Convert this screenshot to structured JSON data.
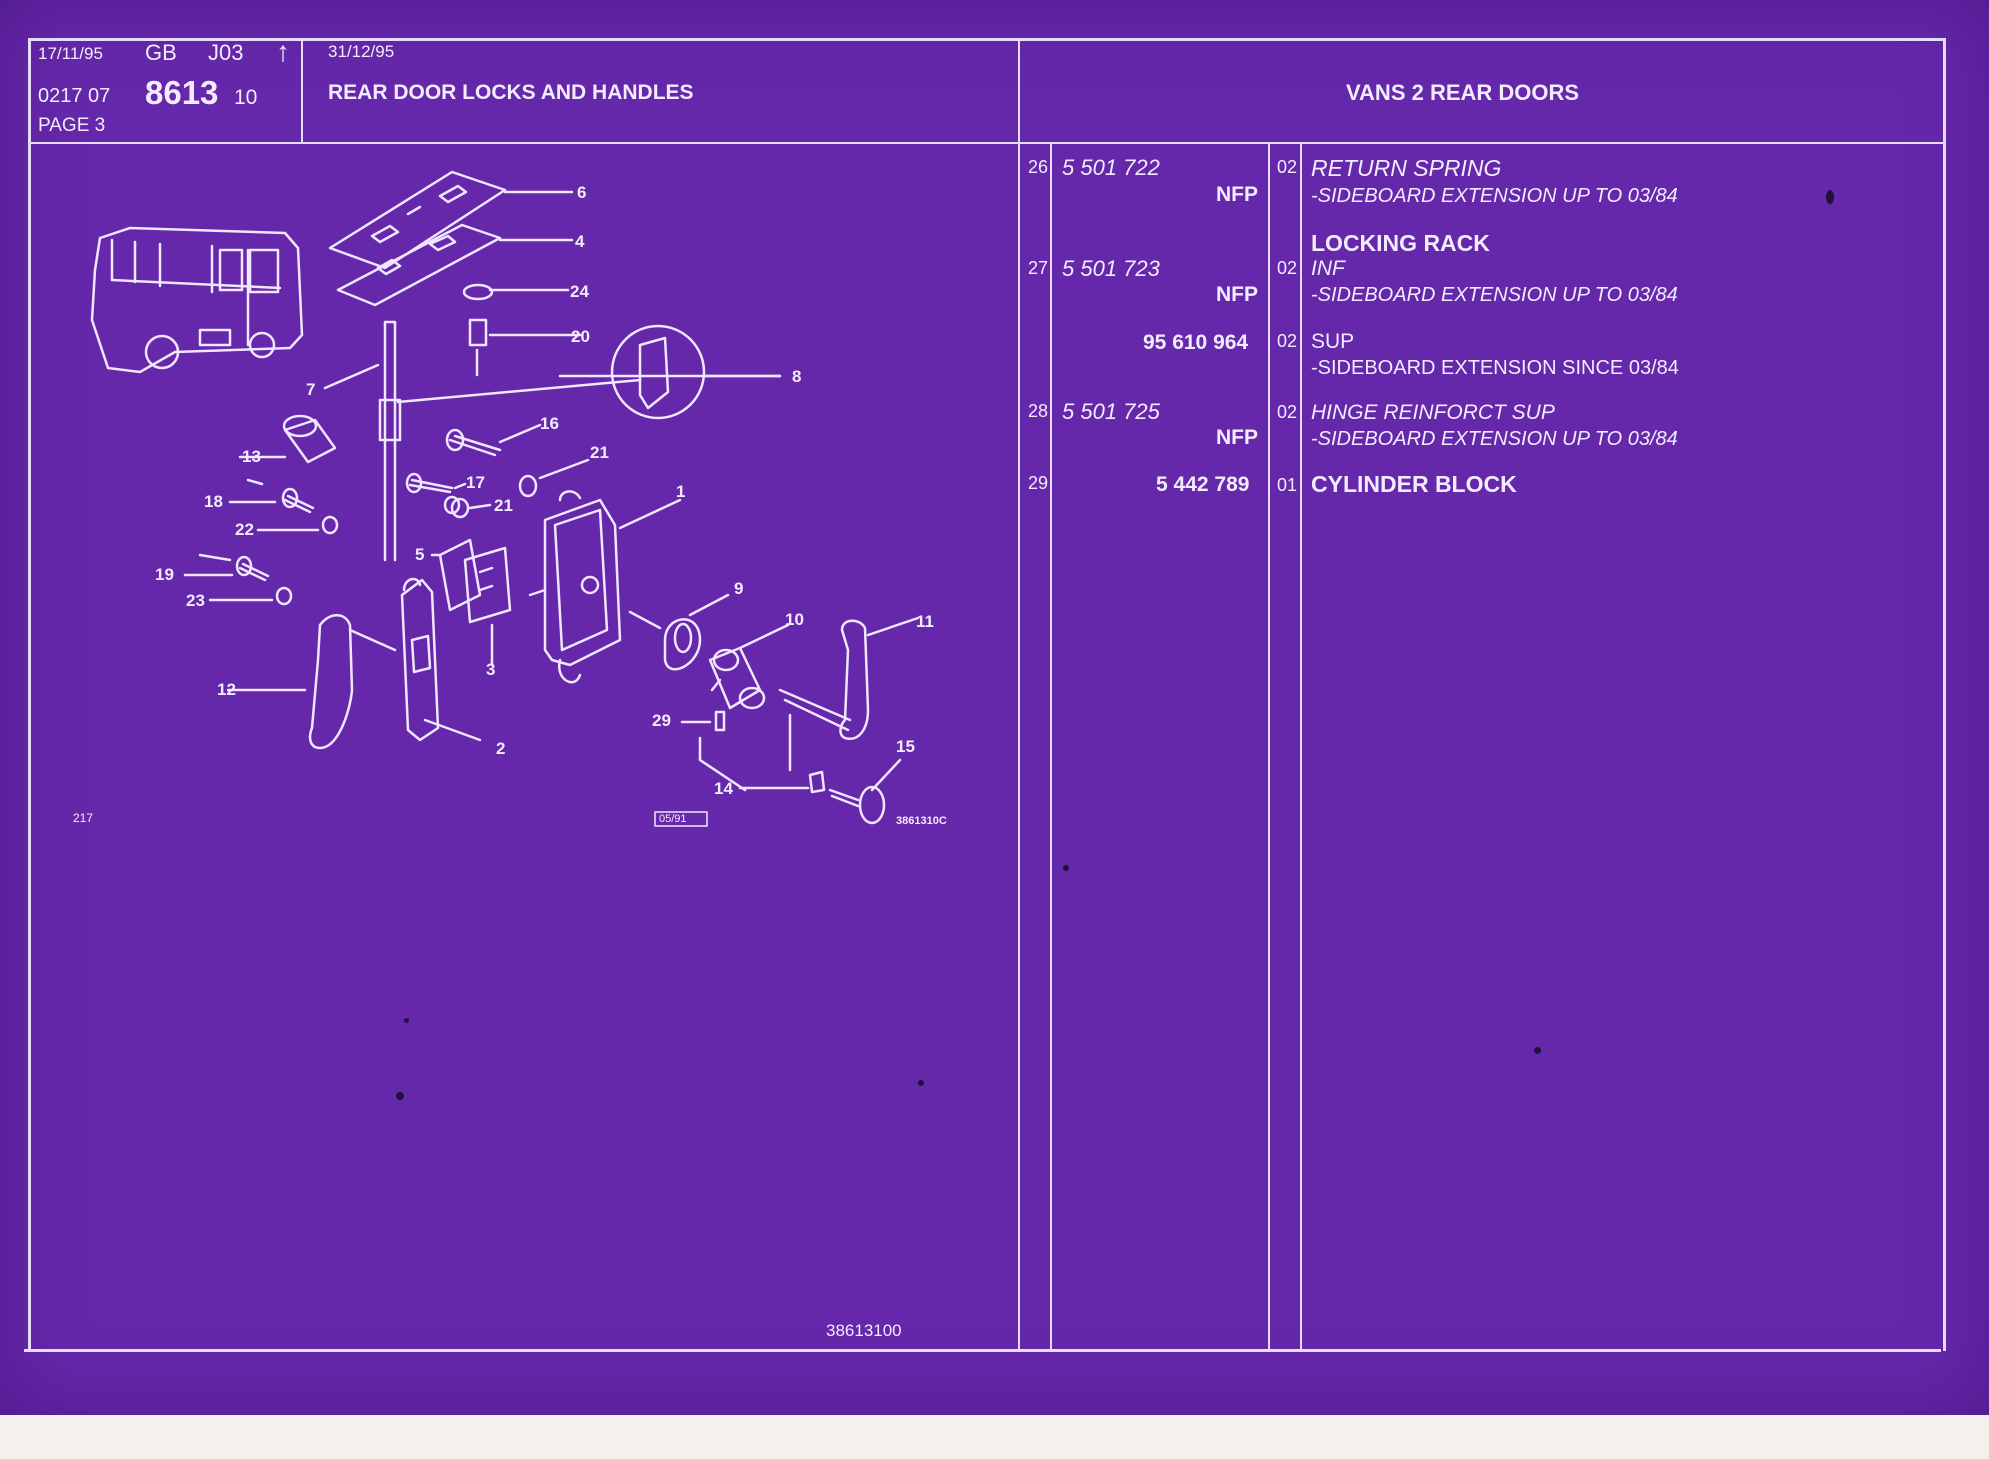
{
  "header": {
    "date_left": "17/11/95",
    "lang": "GB",
    "code": "J03",
    "arrow": "↑",
    "ref_prefix": "0217 07",
    "ref_main": "8613",
    "ref_suffix": "10",
    "page": "PAGE 3",
    "date_right": "31/12/95",
    "section_title": "REAR DOOR LOCKS AND HANDLES",
    "model_title": "VANS 2 REAR DOORS"
  },
  "diagram": {
    "callouts": [
      "6",
      "4",
      "24",
      "20",
      "8",
      "7",
      "16",
      "21",
      "13",
      "17",
      "1",
      "18",
      "21",
      "22",
      "5",
      "9",
      "10",
      "11",
      "19",
      "23",
      "3",
      "12",
      "29",
      "2",
      "15",
      "14"
    ],
    "ref_small": "217",
    "date_box": "05/91",
    "code_small": "3861310C",
    "footer_code": "38613100"
  },
  "parts": [
    {
      "item": "26",
      "part_no": "5 501 722",
      "part_italic": true,
      "nfp": "NFP",
      "qty": "02",
      "lines": [
        {
          "text": "RETURN SPRING",
          "style": "title-italic"
        },
        {
          "text": "-SIDEBOARD EXTENSION UP  TO  03/84",
          "style": "italic"
        }
      ]
    },
    {
      "item": "",
      "part_no": "",
      "part_italic": false,
      "nfp": "",
      "qty": "",
      "lines": [
        {
          "text": "LOCKING RACK",
          "style": "bold"
        }
      ]
    },
    {
      "item": "27",
      "part_no": "5 501 723",
      "part_italic": true,
      "nfp": "NFP",
      "qty": "02",
      "lines": [
        {
          "text": "INF",
          "style": "italic"
        },
        {
          "text": "-SIDEBOARD EXTENSION UP  TO  03/84",
          "style": "italic"
        }
      ]
    },
    {
      "item": "",
      "part_no": "95 610 964",
      "part_italic": false,
      "nfp": "",
      "qty": "02",
      "lines": [
        {
          "text": "SUP",
          "style": "plain"
        },
        {
          "text": "-SIDEBOARD EXTENSION SINCE  03/84",
          "style": "plain"
        }
      ]
    },
    {
      "item": "28",
      "part_no": "5 501 725",
      "part_italic": true,
      "nfp": "NFP",
      "qty": "02",
      "lines": [
        {
          "text": "HINGE REINFORCT SUP",
          "style": "italic"
        },
        {
          "text": "-SIDEBOARD EXTENSION UP  TO  03/84",
          "style": "italic"
        }
      ]
    },
    {
      "item": "29",
      "part_no": "5 442 789",
      "part_italic": false,
      "nfp": "",
      "qty": "01",
      "lines": [
        {
          "text": "CYLINDER BLOCK",
          "style": "bold"
        }
      ]
    }
  ],
  "colors": {
    "background": "#6628aa",
    "ink": "#f3ecff"
  }
}
